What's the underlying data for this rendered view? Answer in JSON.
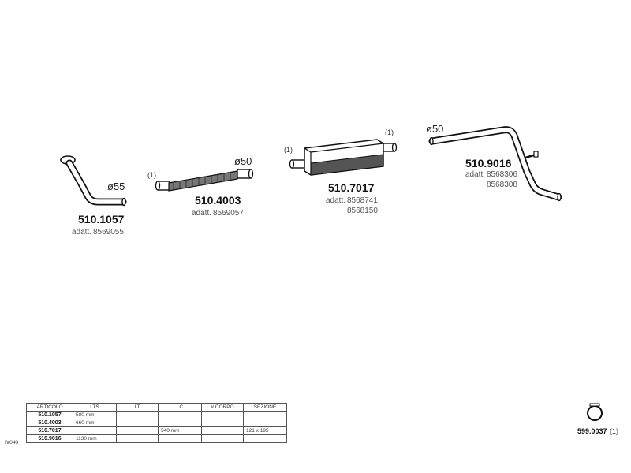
{
  "parts": [
    {
      "code": "510.1057",
      "ref_label": "adatt.",
      "refs": [
        "8569055"
      ],
      "diameter": "ø55"
    },
    {
      "code": "510.4003",
      "ref_label": "adatt.",
      "refs": [
        "8569057"
      ],
      "diameter": "ø50",
      "note": "(1)"
    },
    {
      "code": "510.7017",
      "ref_label": "adatt.",
      "refs": [
        "8568741",
        "8568150"
      ],
      "note_left": "(1)",
      "note_right": "(1)"
    },
    {
      "code": "510.9016",
      "ref_label": "adatt.",
      "refs": [
        "8568306",
        "8568308"
      ],
      "diameter": "ø50"
    }
  ],
  "clamp": {
    "code": "599.0037",
    "note": "(1)"
  },
  "table": {
    "side_code": "IV040",
    "headers": [
      "ARTICOLO",
      "LTS",
      "LT",
      "LC",
      "# CORPO",
      "SEZIONE"
    ],
    "rows": [
      [
        "510.1057",
        "580 mm",
        "",
        "",
        "",
        ""
      ],
      [
        "510.4003",
        "660 mm",
        "",
        "",
        "",
        ""
      ],
      [
        "510.7017",
        "",
        "",
        "540 mm",
        "",
        "121 x 195"
      ],
      [
        "510.9016",
        "1130 mm",
        "",
        "",
        "",
        ""
      ]
    ]
  }
}
